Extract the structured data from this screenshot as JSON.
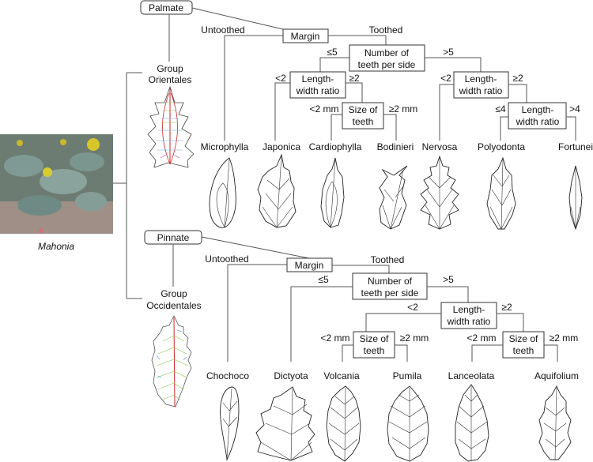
{
  "genus": {
    "label": "Mahonia",
    "photo": "mahonia-shrub-photo"
  },
  "groups": [
    {
      "venation": "Palmate",
      "name_line1": "Group",
      "name_line2": "Orientales",
      "margin_node": "Margin",
      "untoothed_label": "Untoothed",
      "toothed_label": "Toothed",
      "teeth_node_line1": "Number of",
      "teeth_node_line2": "teeth per side",
      "teeth_le": "≤5",
      "teeth_gt": ">5",
      "lw_left": {
        "line1": "Length-",
        "line2": "width ratio",
        "lt": "<2",
        "ge": "≥2"
      },
      "size_node": {
        "line1": "Size of",
        "line2": "teeth",
        "lt": "<2 mm",
        "ge": "≥2 mm"
      },
      "lw_right": {
        "line1": "Length-",
        "line2": "width ratio",
        "lt": "<2",
        "ge": "≥2"
      },
      "lw_right2": {
        "line1": "Length-",
        "line2": "width ratio",
        "le": "≤4",
        "gt": ">4"
      },
      "species": [
        "Microphylla",
        "Japonica",
        "Cardiophylla",
        "Bodinieri",
        "Nervosa",
        "Polyodonta",
        "Fortunei"
      ]
    },
    {
      "venation": "Pinnate",
      "name_line1": "Group",
      "name_line2": "Occidentales",
      "margin_node": "Margin",
      "untoothed_label": "Untoothed",
      "toothed_label": "Toothed",
      "teeth_node_line1": "Number of",
      "teeth_node_line2": "teeth per side",
      "teeth_le": "≤5",
      "teeth_gt": ">5",
      "lw_node": {
        "line1": "Length-",
        "line2": "width ratio",
        "lt": "<2",
        "ge": "≥2"
      },
      "size_left": {
        "line1": "Size of",
        "line2": "teeth",
        "lt": "<2 mm",
        "ge": "≥2 mm"
      },
      "size_right": {
        "line1": "Size of",
        "line2": "teeth",
        "lt": "<2 mm",
        "ge": "≥2 mm"
      },
      "species": [
        "Chochoco",
        "Dictyota",
        "Volcania",
        "Pumila",
        "Lanceolata",
        "Aquifolium"
      ]
    }
  ],
  "colors": {
    "midrib": "#cc2a2a",
    "secondary": "#8bc34a",
    "tertiary": "#6aa6e0",
    "outline": "#555555"
  }
}
